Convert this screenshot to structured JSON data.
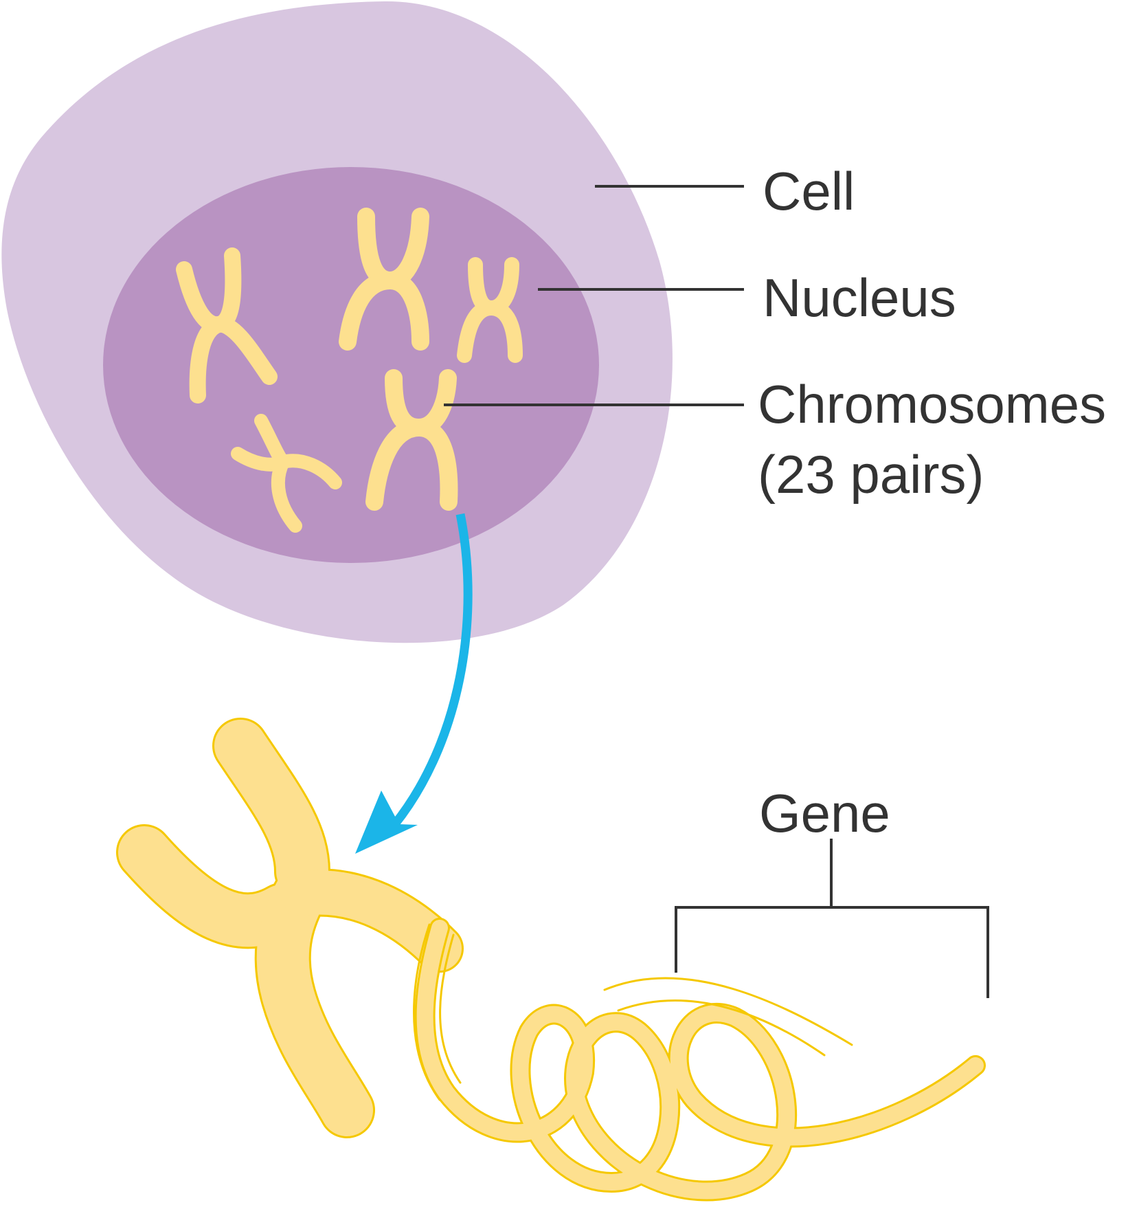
{
  "labels": {
    "cell": "Cell",
    "nucleus": "Nucleus",
    "chromosomes_line1": "Chromosomes",
    "chromosomes_line2": "(23 pairs)",
    "gene": "Gene"
  },
  "colors": {
    "cell": "#d8c6e0",
    "nucleus": "#b993c2",
    "chromosome_fill": "#fde08f",
    "chromosome_stroke": "#f5c800",
    "arrow": "#1bb5e8",
    "leader_line": "#333333",
    "text": "#333333"
  }
}
